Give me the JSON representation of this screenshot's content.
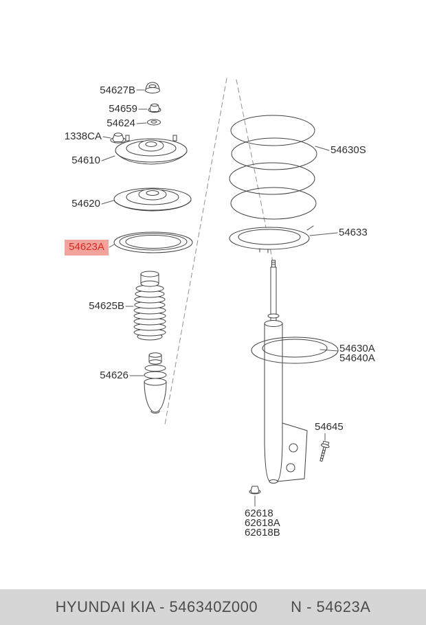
{
  "diagram": {
    "type": "exploded-parts-diagram",
    "labels": [
      {
        "id": "54627B",
        "text": "54627B"
      },
      {
        "id": "54659",
        "text": "54659"
      },
      {
        "id": "54624",
        "text": "54624"
      },
      {
        "id": "1338CA",
        "text": "1338CA"
      },
      {
        "id": "54610",
        "text": "54610"
      },
      {
        "id": "54620",
        "text": "54620"
      },
      {
        "id": "54623A",
        "text": "54623A",
        "highlighted": true
      },
      {
        "id": "54625B",
        "text": "54625B"
      },
      {
        "id": "54626",
        "text": "54626"
      },
      {
        "id": "54630S",
        "text": "54630S"
      },
      {
        "id": "54633",
        "text": "54633"
      },
      {
        "id": "54630A",
        "text": "54630A"
      },
      {
        "id": "54640A",
        "text": "54640A"
      },
      {
        "id": "54645",
        "text": "54645"
      },
      {
        "id": "62618",
        "text": "62618"
      },
      {
        "id": "62618A",
        "text": "62618A"
      },
      {
        "id": "62618B",
        "text": "62618B"
      }
    ]
  },
  "footer": {
    "left": "HYUNDAI  KIA - 546340Z000",
    "right": "N - 54623A"
  },
  "colors": {
    "highlight_bg": "#f2a39c",
    "highlight_text": "#d42b20",
    "footer_bg": "#d6d6d6",
    "footer_text": "#4c4c4c",
    "line": "#404040"
  }
}
